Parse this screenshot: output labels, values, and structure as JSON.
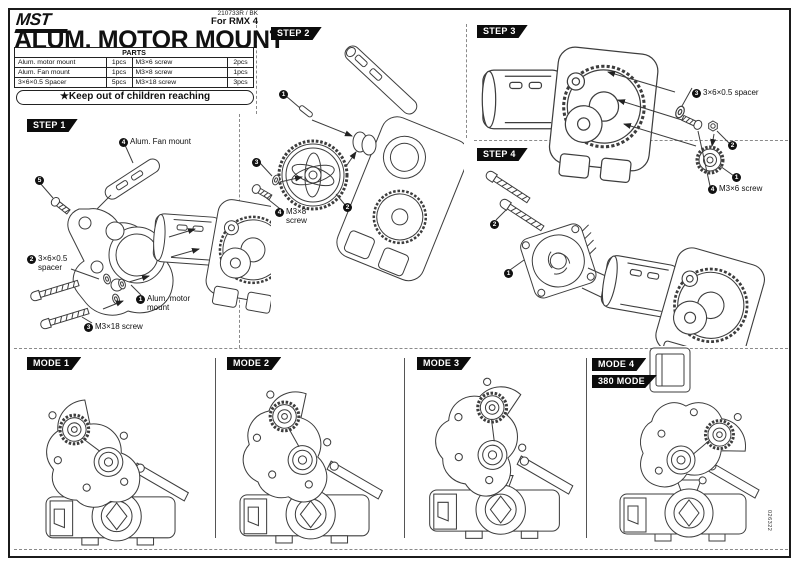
{
  "header": {
    "logo": "MST",
    "part_code": "210733R / BK",
    "for_model": "For RMX 4",
    "title": "ALUM. MOTOR MOUNT",
    "warning": "★Keep out of children reaching"
  },
  "parts_table": {
    "title": "PARTS",
    "rows": [
      [
        "Alum. motor mount",
        "1pcs",
        "M3×6 screw",
        "2pcs"
      ],
      [
        "Alum. Fan mount",
        "1pcs",
        "M3×8 screw",
        "1pcs"
      ],
      [
        "3×6×0.5 Spacer",
        "5pcs",
        "M3×18 screw",
        "3pcs"
      ]
    ]
  },
  "steps": [
    {
      "label": "STEP 1",
      "callouts": [
        {
          "num": "4",
          "text": "Alum. Fan mount"
        },
        {
          "num": "5",
          "text": ""
        },
        {
          "num": "2",
          "text": "3×6×0.5 spacer"
        },
        {
          "num": "1",
          "text": "Alum. motor mount"
        },
        {
          "num": "3",
          "text": "M3×18 screw"
        }
      ]
    },
    {
      "label": "STEP 2",
      "callouts": [
        {
          "num": "1",
          "text": ""
        },
        {
          "num": "3",
          "text": ""
        },
        {
          "num": "2",
          "text": ""
        },
        {
          "num": "4",
          "text": "M3×8 screw"
        }
      ]
    },
    {
      "label": "STEP 3",
      "callouts": [
        {
          "num": "3",
          "text": "3×6×0.5 spacer"
        },
        {
          "num": "2",
          "text": ""
        },
        {
          "num": "1",
          "text": ""
        },
        {
          "num": "4",
          "text": "M3×6 screw"
        }
      ]
    },
    {
      "label": "STEP 4",
      "callouts": [
        {
          "num": "2",
          "text": ""
        },
        {
          "num": "1",
          "text": ""
        }
      ]
    }
  ],
  "modes": [
    {
      "label": "MODE 1"
    },
    {
      "label": "MODE 2"
    },
    {
      "label": "MODE 3"
    },
    {
      "label": "MODE 4",
      "sublabel": "380 MODE"
    }
  ],
  "doc_number": "026322"
}
